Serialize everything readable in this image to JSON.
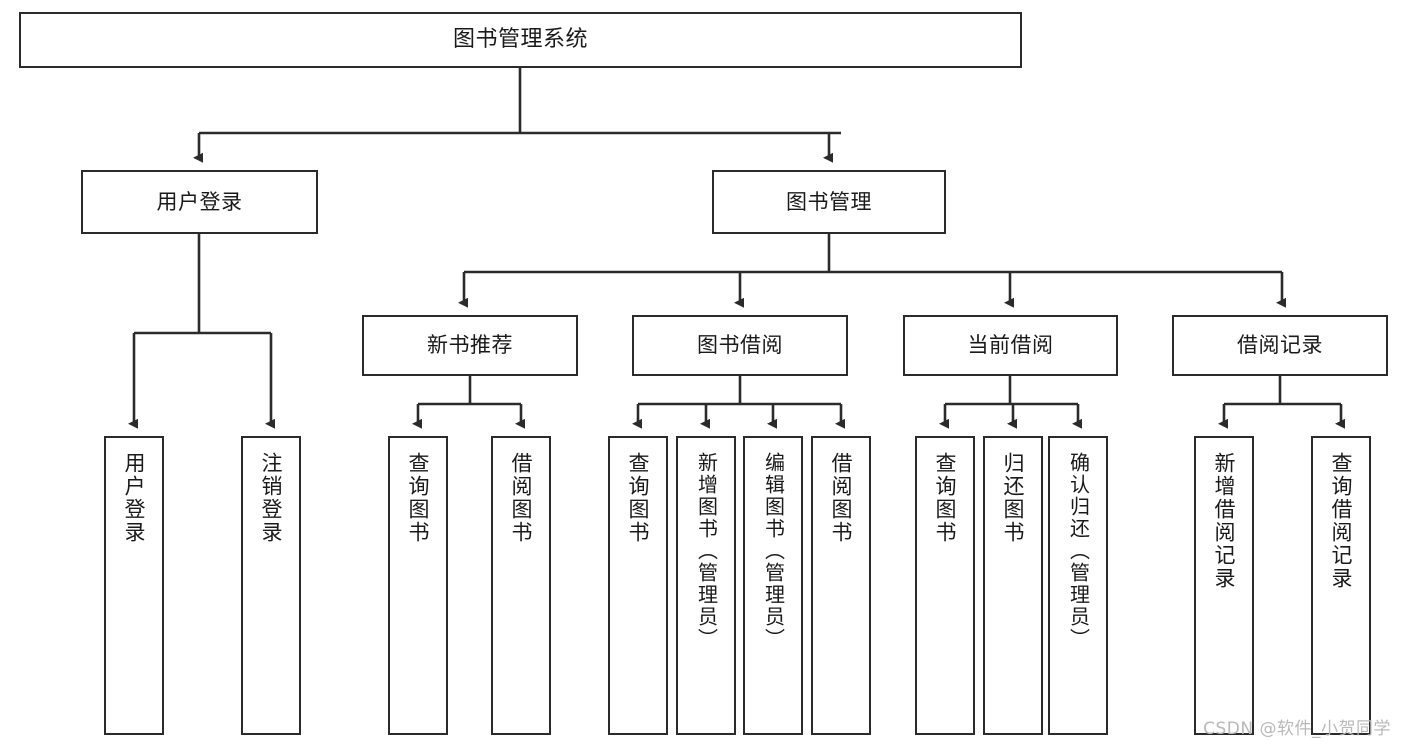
{
  "diagram": {
    "title": "图书管理系统",
    "watermark": "CSDN @软件_小贺同学",
    "colors": {
      "stroke": "#2b2b2b",
      "background": "#ffffff",
      "text": "#1a1a1a",
      "watermark": "#b9b9b9"
    },
    "root": {
      "label": "图书管理系统"
    },
    "level1": [
      {
        "label": "用户登录"
      },
      {
        "label": "图书管理"
      }
    ],
    "level2": [
      {
        "label": "新书推荐"
      },
      {
        "label": "图书借阅"
      },
      {
        "label": "当前借阅"
      },
      {
        "label": "借阅记录"
      }
    ],
    "leaves": {
      "user_login": [
        {
          "label": "用户登录"
        },
        {
          "label": "注销登录"
        }
      ],
      "new_book_recommend": [
        {
          "label": "查询图书"
        },
        {
          "label": "借阅图书"
        }
      ],
      "book_borrow": [
        {
          "label": "查询图书"
        },
        {
          "label": "新增图书（管理员）"
        },
        {
          "label": "编辑图书（管理员）"
        },
        {
          "label": "借阅图书"
        }
      ],
      "current_borrow": [
        {
          "label": "查询图书"
        },
        {
          "label": "归还图书"
        },
        {
          "label": "确认归还（管理员）"
        }
      ],
      "borrow_record": [
        {
          "label": "新增借阅记录"
        },
        {
          "label": "查询借阅记录"
        }
      ]
    }
  }
}
